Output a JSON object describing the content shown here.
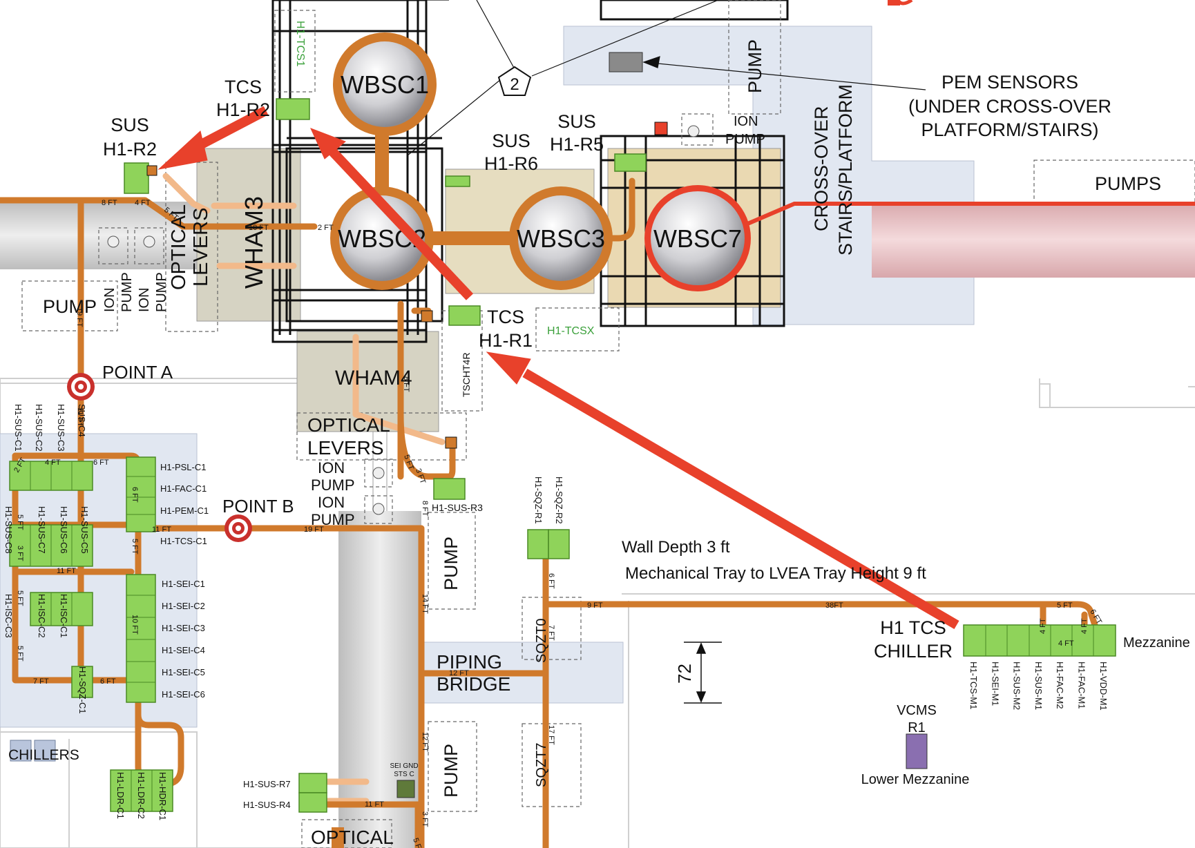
{
  "chambers": {
    "wbsc1": "WBSC1",
    "wbsc2": "WBSC2",
    "wbsc3": "WBSC3",
    "wbsc7": "WBSC7",
    "wham3": "WHAM3",
    "wham4": "WHAM4"
  },
  "racks": {
    "tcs_r2": [
      "TCS",
      "H1-R2"
    ],
    "sus_r2": [
      "SUS",
      "H1-R2"
    ],
    "sus_r6": [
      "SUS",
      "H1-R6"
    ],
    "sus_r5": [
      "SUS",
      "H1-R5"
    ],
    "tcs_r1": [
      "TCS",
      "H1-R1"
    ],
    "h1_tcs1": "H1-TCS1",
    "h1_tcsx": "H1-TCSX",
    "tscht4r": "TSCHT4R",
    "h1_sus_r3": "H1-SUS-R3",
    "h1_sqz_r1": "H1-SQZ-R1",
    "h1_sqz_r2": "H1-SQZ-R2",
    "h1_sus_r7": "H1-SUS-R7",
    "h1_sus_r4": "H1-SUS-R4",
    "sei_gnd": [
      "SEI GND",
      "STS C"
    ]
  },
  "labels": {
    "pump": "PUMP",
    "pumps": "PUMPS",
    "ion_pump": "ION PUMP",
    "ion": "ION",
    "optical_levers": [
      "OPTICAL",
      "LEVERS"
    ],
    "optical": "OPTICAL",
    "levers": "LEVERS",
    "point_a": "POINT A",
    "point_b": "POINT B",
    "pem_sensors": [
      "PEM SENSORS",
      "(UNDER CROSS-OVER",
      "PLATFORM/STAIRS)"
    ],
    "cross_over": [
      "CROSS-OVER",
      "STAIRS/PLATFORM"
    ],
    "piping_bridge": [
      "PIPING",
      "BRIDGE"
    ],
    "sqzt0": "SQZT0",
    "sqzt7": "SQZT7",
    "dim_72": "72",
    "wall_depth": "Wall Depth 3 ft",
    "tray_height": "Mechanical Tray to LVEA Tray Height 9 ft",
    "h1_tcs_chiller": [
      "H1 TCS",
      "CHILLER"
    ],
    "mezzanine": "Mezzanine",
    "vcms": [
      "VCMS",
      "R1"
    ],
    "lower_mezzanine": "Lower Mezzanine",
    "chillers": "CHILLERS",
    "callout_number": "2"
  },
  "cer_racks_left": [
    "H1-PSL-C1",
    "H1-FAC-C1",
    "H1-PEM-C1",
    "H1-TCS-C1"
  ],
  "cer_racks_sei": [
    "H1-SEI-C1",
    "H1-SEI-C2",
    "H1-SEI-C3",
    "H1-SEI-C4",
    "H1-SEI-C5",
    "H1-SEI-C6"
  ],
  "cer_racks_top": [
    "H1-SUS-C1",
    "H1-SUS-C2",
    "H1-SUS-C3",
    "SUS-C4"
  ],
  "cer_racks_mid": [
    "H1-SUS-C8",
    "H1-SUS-C7",
    "H1-SUS-C6",
    "H1-SUS-C5"
  ],
  "cer_racks_isc": [
    "H1-ISC-C2",
    "H1-ISC-C1"
  ],
  "cer_racks_isc_low": [
    "H1-ISC-C3"
  ],
  "cer_racks_bottom": [
    "H1-SQZ-C1",
    "H1-LDR-C1",
    "H1-LDR-C2",
    "H1-HDR-C1"
  ],
  "mezz_racks": [
    "H1-TCS-M1",
    "H1-SEI-M1",
    "H1-SUS-M2",
    "H1-SUS-M1",
    "H1-FAC-M2",
    "H1-FAC-M1",
    "H1-VDD-M1"
  ],
  "tray_lengths": {
    "a": "8 FT",
    "b": "4 FT",
    "c": "5 FT",
    "d": "10 FT",
    "e": "2 FT",
    "f": "19 FT",
    "g": "11 FT",
    "h": "4 FT",
    "i": "6 FT",
    "j": "2 FT",
    "k": "5 FT",
    "l": "3 FT",
    "m": "6 FT",
    "n": "11 FT",
    "o": "5 FT",
    "p": "11 FT",
    "q": "5 FT",
    "r": "10 FT",
    "s": "5 FT",
    "t": "7 FT",
    "u": "6 FT",
    "v": "19 FT",
    "w": "8 FT",
    "x": "8 FT",
    "y": "5 FT",
    "z": "3 FT",
    "aa": "14 FT",
    "ab": "12 FT",
    "ac": "12 FT",
    "ad": "11 FT",
    "ae": "3 FT",
    "af": "5 FT",
    "ag": "6 FT",
    "ah": "9 FT",
    "ai": "38FT",
    "aj": "7 FT",
    "ak": "17 FT",
    "al": "5 FT",
    "am": "6 FT",
    "an": "4 FT",
    "ao": "4 FT",
    "ap": "4 FT"
  },
  "colors": {
    "tray": "#d07a2c",
    "tray_light": "#f2b98a",
    "arrow": "#e8412b",
    "rack": "#8fd35a",
    "platform": "#e1e7f1",
    "vcms": "#8a6fb0"
  }
}
